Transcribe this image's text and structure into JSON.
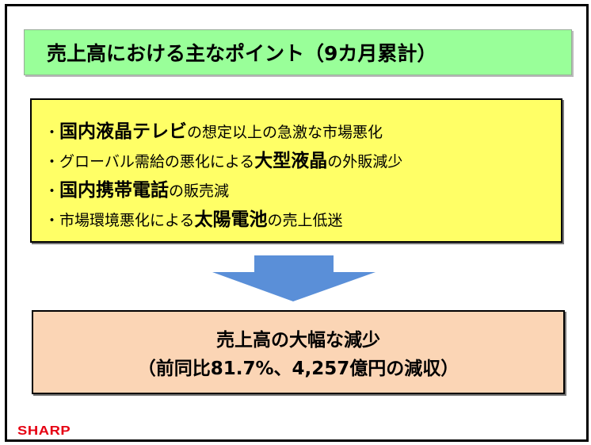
{
  "title": "売上高における主なポイント（9カ月累計）",
  "bullets": [
    {
      "bullet": "・",
      "bold": "国内液晶テレビ",
      "rest": "の想定以上の急激な市場悪化",
      "pre": ""
    },
    {
      "bullet": "・",
      "pre": "グローバル需給の悪化による",
      "bold": "大型液晶",
      "rest": "の外販減少"
    },
    {
      "bullet": "・",
      "pre": "",
      "bold": "国内携帯電話",
      "rest": "の販売減"
    },
    {
      "bullet": "・",
      "pre": "市場環境悪化による",
      "bold": "太陽電池",
      "rest": "の売上低迷"
    }
  ],
  "result": {
    "line1": "売上高の大幅な減少",
    "line2": "（前同比81.7%、4,257億円の減収）"
  },
  "logo": "SHARP",
  "colors": {
    "title_bg": "#99ff99",
    "box_bg": "#ffff66",
    "result_bg": "#fbd5b5",
    "arrow": "#5a8fd8",
    "logo": "#e60012"
  }
}
